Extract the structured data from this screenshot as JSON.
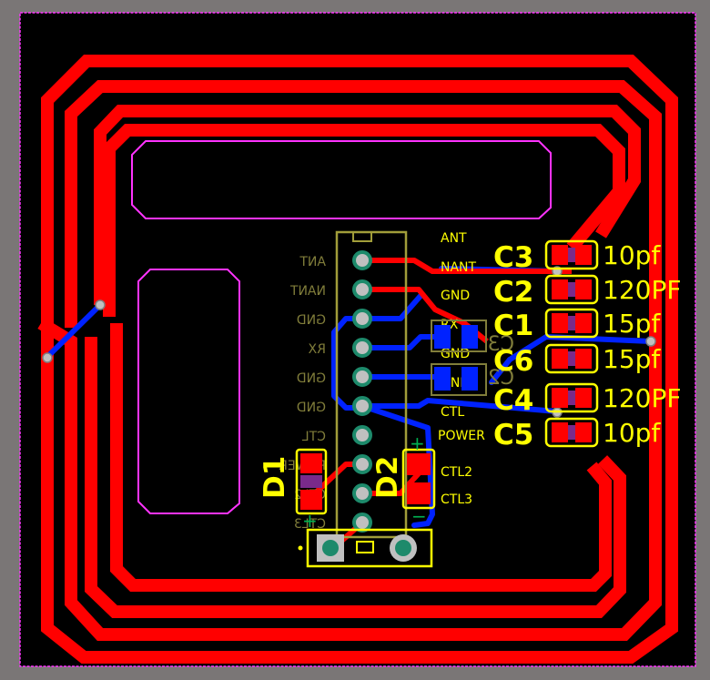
{
  "colors": {
    "background": "#7a7676",
    "board": "#000000",
    "outline": "#ff33ff",
    "top_copper": "#ff0000",
    "bottom_copper": "#0022ff",
    "silk_top": "#ffff00",
    "silk_header": "#a19d3a",
    "silk_bottom": "#807d3a",
    "pad": "#c0c0c0"
  },
  "header_left_labels": [
    "ANT",
    "NANT",
    "GND",
    "RX",
    "GND",
    "GND",
    "CTL",
    "POWER",
    "CTL2",
    "CTL3"
  ],
  "header_right_labels": [
    "ANT",
    "NANT",
    "GND",
    "RX",
    "GND",
    "GND",
    "CTL",
    "POWER",
    "CTL2",
    "CTL3"
  ],
  "capacitors": [
    {
      "ref": "C3",
      "value": "10pf"
    },
    {
      "ref": "C2",
      "value": "120PF"
    },
    {
      "ref": "C1",
      "value": "15pf"
    },
    {
      "ref": "C6",
      "value": "15pf"
    },
    {
      "ref": "C4",
      "value": "120PF"
    },
    {
      "ref": "C5",
      "value": "10pf"
    }
  ],
  "diodes": {
    "left": "D1",
    "right": "D2"
  },
  "bottom_labels": {
    "rx": "RX",
    "gnd1": "GND",
    "gnd2": "GND",
    "c3": "C3",
    "c2": "C2"
  },
  "polarity": {
    "plus": "+",
    "minus": "−"
  }
}
